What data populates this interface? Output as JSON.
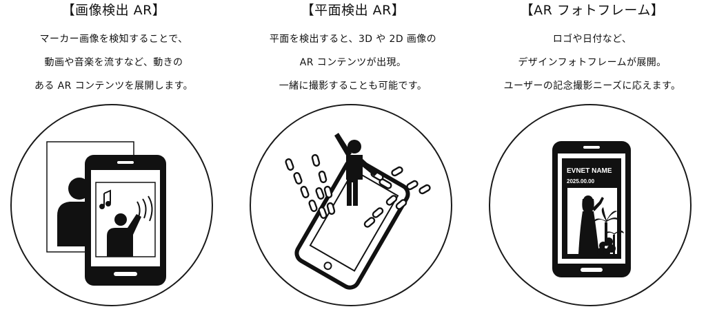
{
  "sections": [
    {
      "title": "【画像検出 AR】",
      "lines": [
        "マーカー画像を検知することで、",
        "動画や音楽を流すなど、動きの",
        "ある AR コンテンツを展開します。"
      ],
      "illustration": "image-detection-icon"
    },
    {
      "title": "【平面検出 AR】",
      "lines": [
        "平面を検出すると、3D や 2D 画像の",
        "AR コンテンツが出現。",
        "一緒に撮影することも可能です。"
      ],
      "illustration": "plane-detection-icon"
    },
    {
      "title": "【AR フォトフレーム】",
      "lines": [
        "ロゴや日付など、",
        "デザインフォトフレームが展開。",
        "ユーザーの記念撮影ニーズに応えます。"
      ],
      "illustration": "photo-frame-icon",
      "frame": {
        "event_name": "EVNET NAME",
        "date": "2025.00.00"
      }
    }
  ],
  "colors": {
    "ink": "#111111",
    "background": "#ffffff"
  }
}
